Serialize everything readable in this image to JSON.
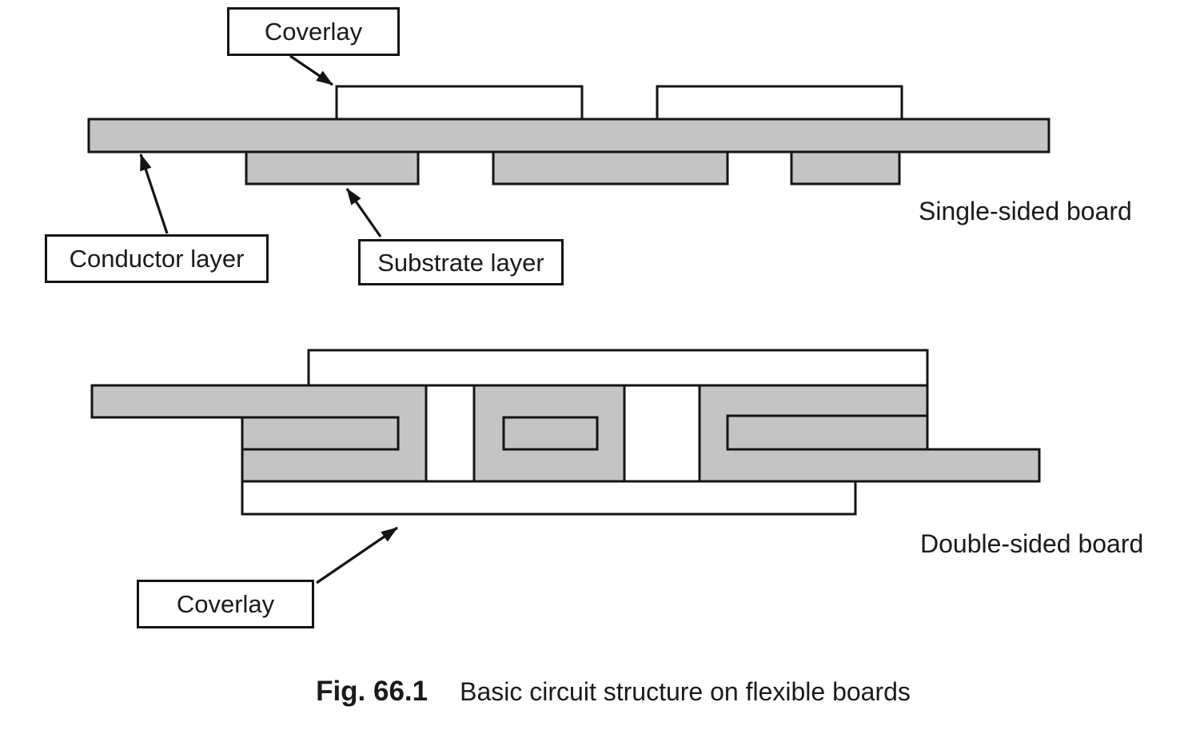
{
  "colors": {
    "background": "#ffffff",
    "board_gray": "#c4c4c4",
    "outline": "#141414",
    "text": "#1a1a1a",
    "coverlay_white": "#ffffff"
  },
  "single_sided": {
    "board_label": "Single-sided board",
    "coverlay_label": "Coverlay",
    "conductor_label": "Conductor layer",
    "substrate_label": "Substrate layer"
  },
  "double_sided": {
    "board_label": "Double-sided board",
    "coverlay_label": "Coverlay"
  },
  "caption": {
    "figure_number": "Fig. 66.1",
    "text": "Basic circuit structure on flexible boards"
  }
}
